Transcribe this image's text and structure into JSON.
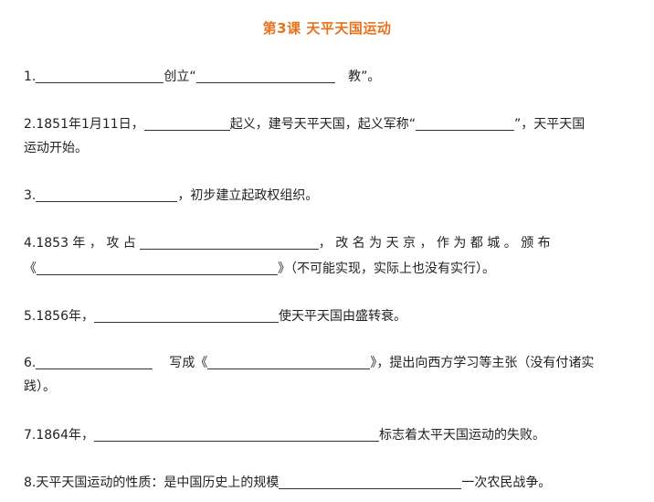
{
  "title": "第3课  天平天国运动",
  "q1": {
    "num": "1.",
    "t1": "创立“",
    "t2": " 教”。"
  },
  "q2": {
    "num": "2.1851年1月11日，",
    "t1": "起义，建号天平天国，起义军称“",
    "t2": "”，天平天国",
    "t3": "运动开始。"
  },
  "q3": {
    "num": "3.",
    "t1": "，初步建立起政权组织。"
  },
  "q4": {
    "num": "4.1853 年 ， 攻 占",
    "t1": "， 改 名 为 天 京 ， 作 为 都 城 。 颁 布",
    "t2": "《",
    "t3": "》（不可能实现，实际上也没有实行）。"
  },
  "q5": {
    "num": "5.1856年，",
    "t1": "使天平天国由盛转衰。"
  },
  "q6": {
    "num": "6.",
    "t1": "写成《",
    "t2": "》，提出向西方学习等主张（没有付诸实",
    "t3": "践）。"
  },
  "q7": {
    "num": "7.1864年，",
    "t1": "标志着太平天国运动的失败。"
  },
  "q8": {
    "num": "8.天平天国运动的性质：是中国历史上的规模",
    "t1": "一次农民战争。"
  }
}
